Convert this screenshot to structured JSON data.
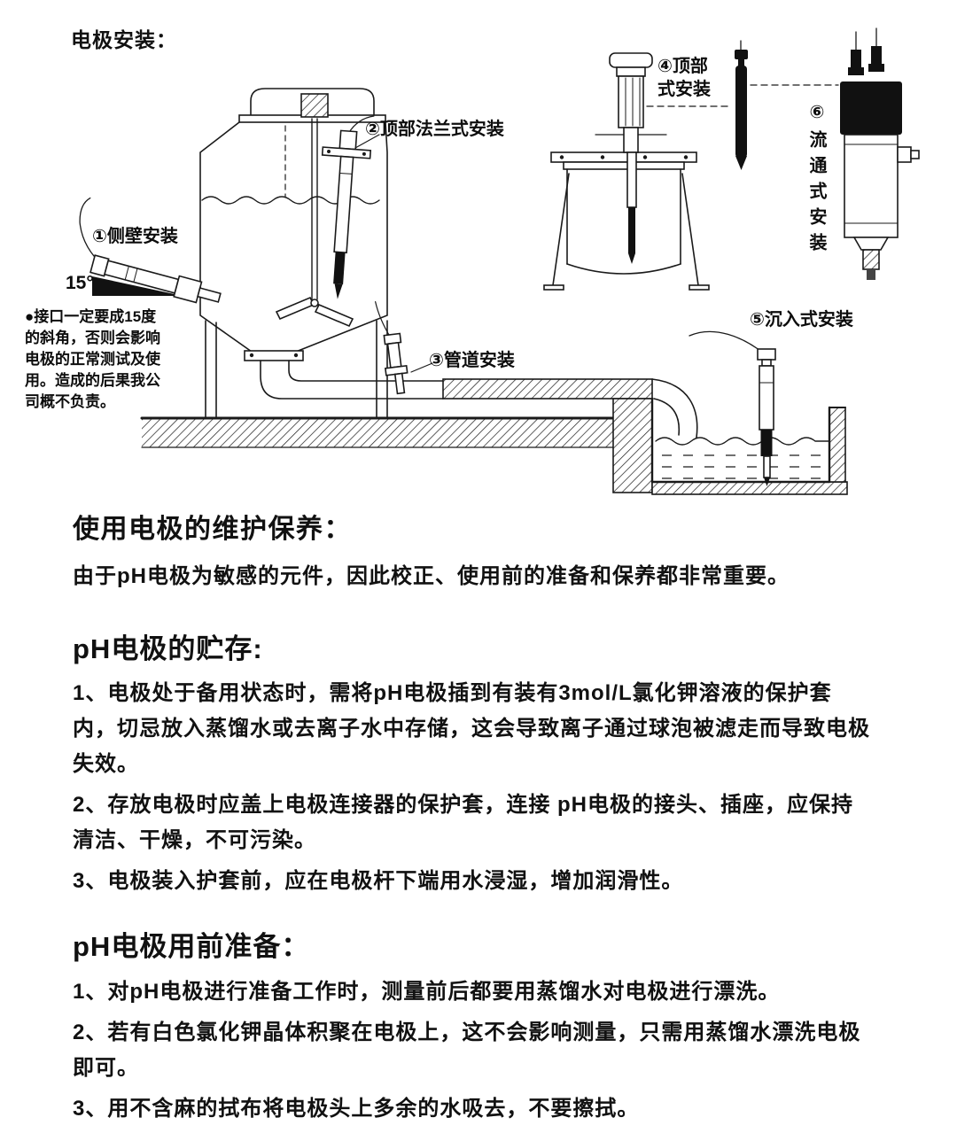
{
  "title": "电极安装：",
  "diagram": {
    "labels": {
      "side_wall": "①侧壁安装",
      "angle": "15°",
      "top_flange": "②顶部法兰式安装",
      "pipe": "③管道安装",
      "top_mount": "④顶部式安装",
      "immersion": "⑤沉入式安装",
      "flow_through": "⑥流通式安装",
      "note": "●接口一定要成15度的斜角，否则会影响电极的正常测试及使用。造成的后果我公司概不负责。"
    }
  },
  "maintenance": {
    "heading": "使用电极的维护保养：",
    "intro": "由于pH电极为敏感的元件，因此校正、使用前的准备和保养都非常重要。"
  },
  "storage": {
    "heading": "pH电极的贮存:",
    "items": [
      "1、电极处于备用状态时，需将pH电极插到有装有3mol/L氯化钾溶液的保护套内，切忌放入蒸馏水或去离子水中存储，这会导致离子通过球泡被滤走而导致电极失效。",
      "2、存放电极时应盖上电极连接器的保护套，连接 pH电极的接头、插座，应保持清洁、干燥，不可污染。",
      "3、电极装入护套前，应在电极杆下端用水浸湿，增加润滑性。"
    ]
  },
  "preparation": {
    "heading": "pH电极用前准备：",
    "items": [
      "1、对pH电极进行准备工作时，测量前后都要用蒸馏水对电极进行漂洗。",
      "2、若有白色氯化钾晶体积聚在电极上，这不会影响测量，只需用蒸馏水漂洗电极即可。",
      "3、用不含麻的拭布将电极头上多余的水吸去，不要擦拭。"
    ]
  }
}
